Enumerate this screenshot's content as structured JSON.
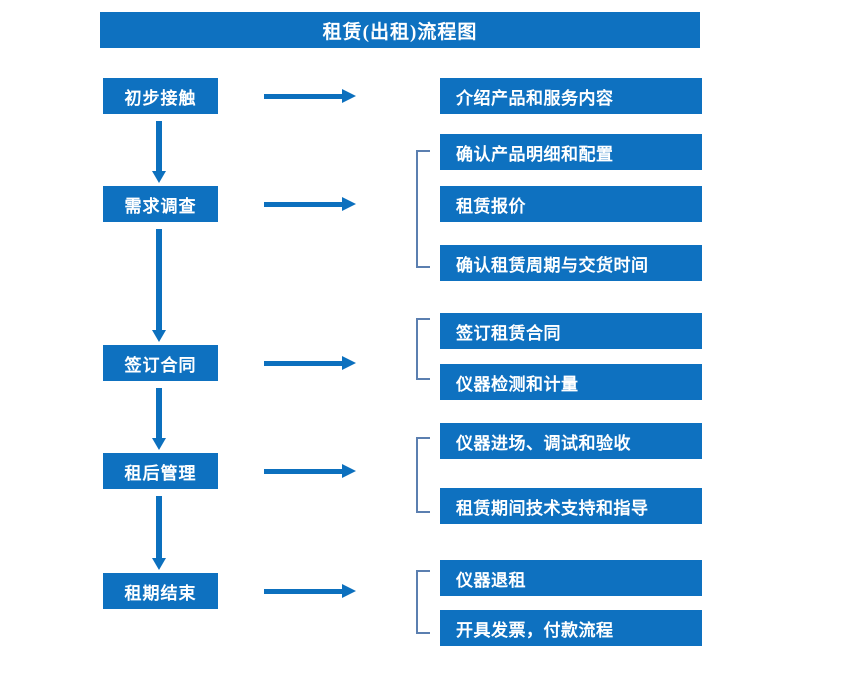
{
  "title": "租赁(出租)流程图",
  "colors": {
    "brand_blue": "#0E71C0",
    "arrow_blue": "#0C70BE",
    "bracket_gray_blue": "#5B7FB0",
    "box_text": "#FFFFFF",
    "background": "#FFFFFF"
  },
  "stages": [
    {
      "label": "初步接触"
    },
    {
      "label": "需求调查"
    },
    {
      "label": "签订合同"
    },
    {
      "label": "租后管理"
    },
    {
      "label": "租期结束"
    }
  ],
  "details": [
    {
      "label": "介绍产品和服务内容"
    },
    {
      "label": "确认产品明细和配置"
    },
    {
      "label": "租赁报价"
    },
    {
      "label": "确认租赁周期与交货时间"
    },
    {
      "label": "签订租赁合同"
    },
    {
      "label": "仪器检测和计量"
    },
    {
      "label": "仪器进场、调试和验收"
    },
    {
      "label": "租赁期间技术支持和指导"
    },
    {
      "label": "仪器退租"
    },
    {
      "label": "开具发票，付款流程"
    }
  ],
  "connectors": {
    "horizontal_arrow_count": 5,
    "vertical_arrow_count": 4,
    "bracket_count": 4
  }
}
